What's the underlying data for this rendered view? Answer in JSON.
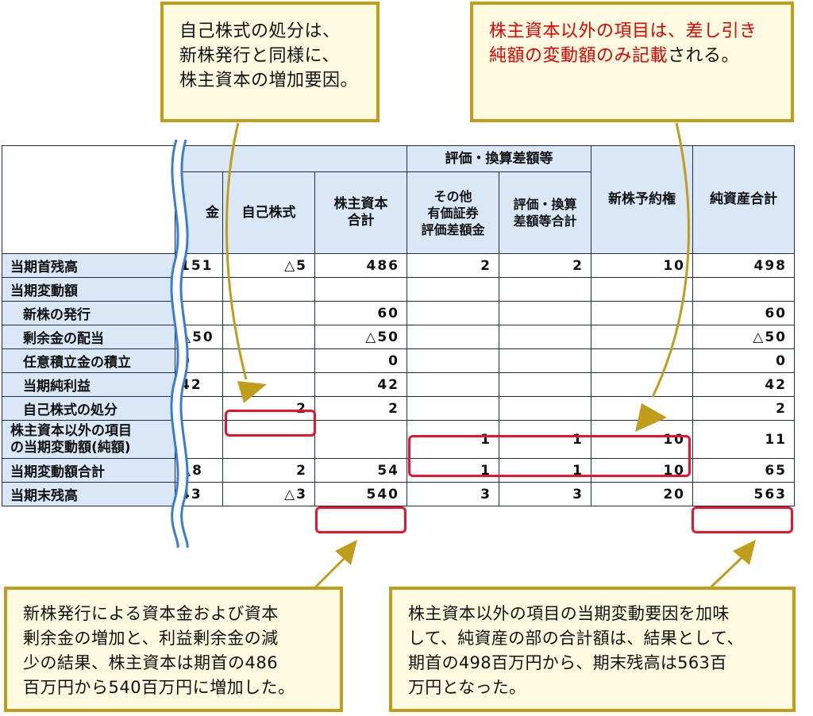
{
  "callouts": {
    "top_left": [
      "自己株式の処分は、",
      "新株発行と同様に、",
      "株主資本の増加要因。"
    ],
    "top_right": {
      "red_line1": "株主資本以外の項目は、差し引き",
      "red_line2": "純額の変動額のみ記載",
      "black_line2": "される。"
    },
    "bottom_left": [
      "新株発行による資本金および資本",
      "剰余金の増加と、利益剰余金の減",
      "少の結果、株主資本は期首の486",
      "百万円から540百万円に増加した。"
    ],
    "bottom_right": [
      "株主資本以外の項目の当期変動要因を加味",
      "して、純資産の部の合計額は、結果として、",
      "期首の498百万円から、期末残高は563百",
      "万円となった。"
    ]
  },
  "table": {
    "group_header": "評価・換算差額等",
    "headers": {
      "partial": "金",
      "treasury": "自己株式",
      "total_l1": "株主資本",
      "total_l2": "合計",
      "other_l1": "その他",
      "other_l2": "有価証券",
      "other_l3": "評価差額金",
      "valtotal_l1": "評価・換算",
      "valtotal_l2": "差額等合計",
      "warrants": "新株予約権",
      "netassets": "純資産合計"
    },
    "rows": [
      {
        "label": "当期首残高",
        "cells": [
          "151",
          "△5",
          "486",
          "2",
          "2",
          "10",
          "498"
        ]
      },
      {
        "label": "当期変動額",
        "cells": [
          "",
          "",
          "",
          "",
          "",
          "",
          ""
        ]
      },
      {
        "label": "新株の発行",
        "cells": [
          "",
          "",
          "60",
          "",
          "",
          "",
          "60"
        ]
      },
      {
        "label": "剰余金の配当",
        "cells": [
          "△50",
          "",
          "△50",
          "",
          "",
          "",
          "△50"
        ]
      },
      {
        "label": "任意積立金の積立",
        "cells": [
          "0",
          "",
          "0",
          "",
          "",
          "",
          "0"
        ]
      },
      {
        "label": "当期純利益",
        "cells": [
          "42",
          "",
          "42",
          "",
          "",
          "",
          "42"
        ]
      },
      {
        "label": "自己株式の処分",
        "cells": [
          "",
          "2",
          "2",
          "",
          "",
          "",
          "2"
        ]
      },
      {
        "label": "株主資本以外の項目",
        "label2": "の当期変動額(純額)",
        "cells": [
          "",
          "",
          "",
          "1",
          "1",
          "10",
          "11"
        ]
      },
      {
        "label": "当期変動額合計",
        "cells": [
          "△8",
          "2",
          "54",
          "1",
          "1",
          "10",
          "65"
        ]
      },
      {
        "label": "当期末残高",
        "cells": [
          "43",
          "△3",
          "540",
          "3",
          "3",
          "20",
          "563"
        ]
      }
    ]
  },
  "colors": {
    "header_bg": "#d9e7f7",
    "callout_border": "#c19d1c",
    "callout_bg": "#fffbe0",
    "highlight": "#e8142c",
    "wave": "#3b7bd8"
  }
}
